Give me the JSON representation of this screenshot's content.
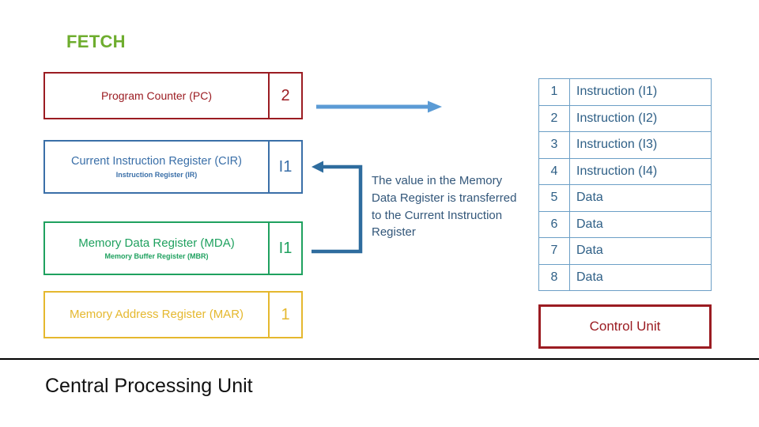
{
  "title": "FETCH",
  "colors": {
    "fetch_green": "#6EAD2E",
    "pc_red": "#9B1C22",
    "cir_blue": "#3A6FA8",
    "mdr_green": "#1FA15F",
    "mar_gold": "#E5B82E",
    "memory_blue": "#2E5F86",
    "memory_border": "#6C9FC6",
    "arrow_light_blue": "#5B9BD5",
    "arrow_dark_blue": "#2E6C9E",
    "note_blue": "#33577A"
  },
  "registers": [
    {
      "name": "program-counter",
      "label": "Program Counter (PC)",
      "sub": "",
      "value": "2"
    },
    {
      "name": "current-instruction-register",
      "label": "Current Instruction Register (CIR)",
      "sub": "Instruction Register (IR)",
      "value": "I1"
    },
    {
      "name": "memory-data-register",
      "label": "Memory Data Register (MDA)",
      "sub": "Memory Buffer Register (MBR)",
      "value": "I1"
    },
    {
      "name": "memory-address-register",
      "label": "Memory Address Register (MAR)",
      "sub": "",
      "value": "1"
    }
  ],
  "annotation": {
    "transfer_note": "The value in the Memory Data Register is transferred to the Current Instruction Register"
  },
  "memory": {
    "rows": [
      {
        "address": "1",
        "content": "Instruction (I1)"
      },
      {
        "address": "2",
        "content": "Instruction (I2)"
      },
      {
        "address": "3",
        "content": "Instruction (I3)"
      },
      {
        "address": "4",
        "content": "Instruction (I4)"
      },
      {
        "address": "5",
        "content": "Data"
      },
      {
        "address": "6",
        "content": "Data"
      },
      {
        "address": "7",
        "content": "Data"
      },
      {
        "address": "8",
        "content": "Data"
      }
    ]
  },
  "control_unit": {
    "label": "Control Unit"
  },
  "footer": {
    "caption": "Central Processing Unit"
  }
}
